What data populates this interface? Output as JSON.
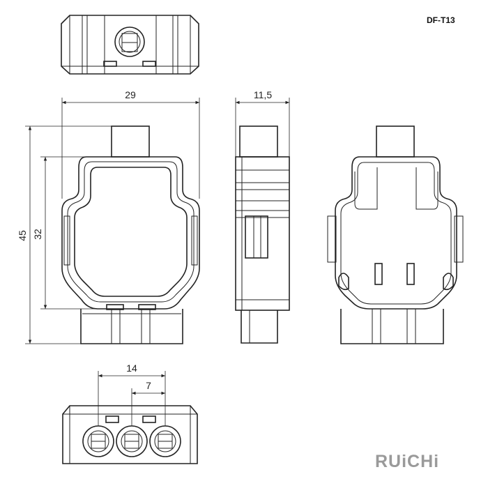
{
  "model_code": "DF-T13",
  "brand": "RUiCHi",
  "dimensions": {
    "width": "29",
    "depth": "11,5",
    "height_total": "45",
    "height_body": "32",
    "pitch_outer": "14",
    "pitch_inner": "7"
  }
}
